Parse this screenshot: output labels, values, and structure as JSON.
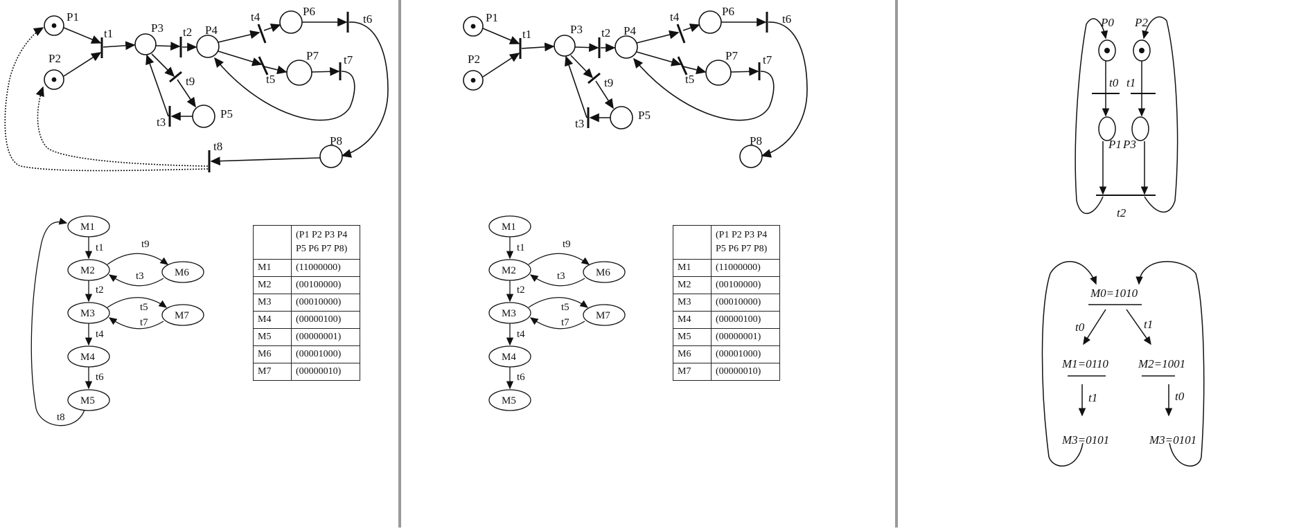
{
  "panels": [
    {
      "net": {
        "places": [
          "P1",
          "P2",
          "P3",
          "P4",
          "P5",
          "P6",
          "P7",
          "P8"
        ],
        "transitions": [
          "t1",
          "t2",
          "t3",
          "t4",
          "t5",
          "t6",
          "t7",
          "t8",
          "t9"
        ]
      },
      "graph": {
        "markings": [
          "M1",
          "M2",
          "M3",
          "M4",
          "M5",
          "M6",
          "M7"
        ],
        "arcs": [
          "t1",
          "t9",
          "t3",
          "t2",
          "t5",
          "t7",
          "t4",
          "t6",
          "t8"
        ]
      },
      "table": {
        "header_line1": "(P1 P2 P3 P4",
        "header_line2": "P5 P6 P7 P8)",
        "rows": [
          {
            "marking": "M1",
            "vector": "(11000000)"
          },
          {
            "marking": "M2",
            "vector": "(00100000)"
          },
          {
            "marking": "M3",
            "vector": "(00010000)"
          },
          {
            "marking": "M4",
            "vector": "(00000100)"
          },
          {
            "marking": "M5",
            "vector": "(00000001)"
          },
          {
            "marking": "M6",
            "vector": "(00001000)"
          },
          {
            "marking": "M7",
            "vector": "(00000010)"
          }
        ]
      }
    },
    {
      "net": {
        "places": [
          "P1",
          "P2",
          "P3",
          "P4",
          "P5",
          "P6",
          "P7",
          "P8"
        ],
        "transitions": [
          "t1",
          "t2",
          "t3",
          "t4",
          "t5",
          "t6",
          "t7",
          "t9"
        ]
      },
      "graph": {
        "markings": [
          "M1",
          "M2",
          "M3",
          "M4",
          "M5",
          "M6",
          "M7"
        ],
        "arcs": [
          "t1",
          "t9",
          "t3",
          "t2",
          "t5",
          "t7",
          "t4",
          "t6"
        ]
      },
      "table": {
        "header_line1": "(P1 P2 P3 P4",
        "header_line2": "P5 P6 P7 P8)",
        "rows": [
          {
            "marking": "M1",
            "vector": "(11000000)"
          },
          {
            "marking": "M2",
            "vector": "(00100000)"
          },
          {
            "marking": "M3",
            "vector": "(00010000)"
          },
          {
            "marking": "M4",
            "vector": "(00000100)"
          },
          {
            "marking": "M5",
            "vector": "(00000001)"
          },
          {
            "marking": "M6",
            "vector": "(00001000)"
          },
          {
            "marking": "M7",
            "vector": "(00000010)"
          }
        ]
      }
    },
    {
      "net": {
        "places": [
          "P0",
          "P2",
          "P1",
          "P3"
        ],
        "transitions": [
          "t0",
          "t1",
          "t2"
        ]
      },
      "graph": {
        "markings": [
          "M0=1010",
          "M1=0110",
          "M2=1001",
          "M3=0101",
          "M3=0101"
        ],
        "arcs": [
          "t0",
          "t1",
          "t1",
          "t0"
        ]
      }
    }
  ]
}
